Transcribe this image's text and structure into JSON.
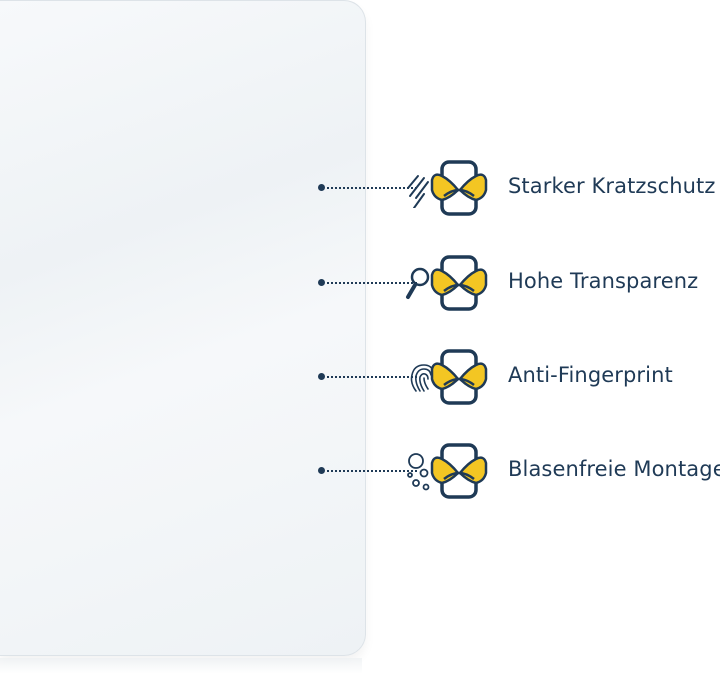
{
  "features": [
    {
      "label": "Starker Kratzschutz",
      "icon": "scratch-lines-icon"
    },
    {
      "label": "Hohe Transparenz",
      "icon": "magnifier-icon"
    },
    {
      "label": "Anti-Fingerprint",
      "icon": "fingerprint-icon"
    },
    {
      "label": "Blasenfreie Montage",
      "icon": "bubbles-icon"
    }
  ],
  "colors": {
    "navy": "#1f3a56",
    "gold": "#f3c623"
  }
}
